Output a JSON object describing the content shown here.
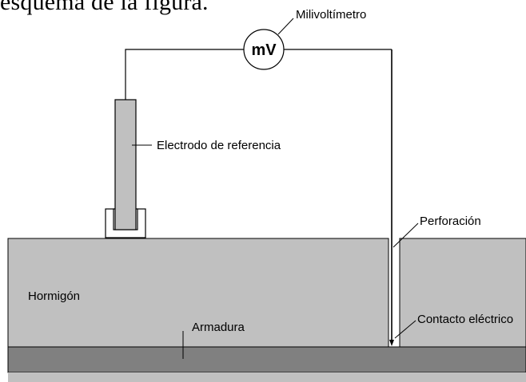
{
  "caption_fragment": "esquema de la figura.",
  "meter": {
    "symbol": "mV",
    "label": "Milivoltímetro"
  },
  "labels": {
    "reference_electrode": "Electrodo de referencia",
    "drill_hole": "Perforación",
    "concrete": "Hormigón",
    "rebar": "Armadura",
    "electric_contact": "Contacto eléctrico"
  },
  "colors": {
    "concrete": "#c0c0c0",
    "rebar": "#808080",
    "electrode": "#c0c0c0",
    "outline": "#000000",
    "background": "#ffffff"
  }
}
